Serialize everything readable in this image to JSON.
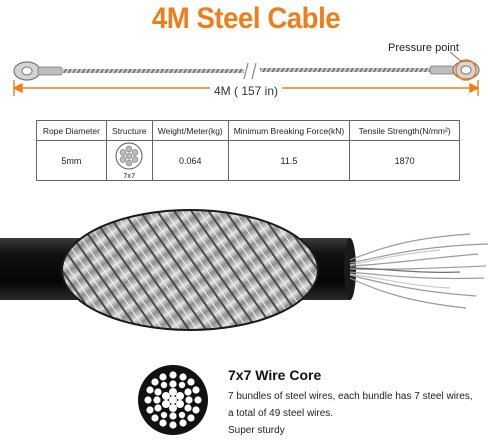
{
  "title": "4M Steel Cable",
  "pressure_point_label": "Pressure point",
  "length_label": "4M ( 157 in)",
  "colors": {
    "accent": "#f07d1a",
    "cable": "#1a1a1a",
    "steel": "#9a9a9a"
  },
  "table": {
    "headers": [
      "Rope Diameter",
      "Structure",
      "Weight/Meter(kg)",
      "Minimum Breaking Force(kN)",
      "Tensile Strength(N/mm²)"
    ],
    "row": {
      "diameter": "5mm",
      "structure_caption": "7x7",
      "weight": "0.064",
      "breaking_force": "11.5",
      "tensile": "1870"
    }
  },
  "core": {
    "title": "7x7 Wire Core",
    "lines": [
      "7 bundles of steel wires, each bundle has 7 steel wires,",
      "a total of 49 steel wires.",
      "Super sturdy"
    ]
  }
}
